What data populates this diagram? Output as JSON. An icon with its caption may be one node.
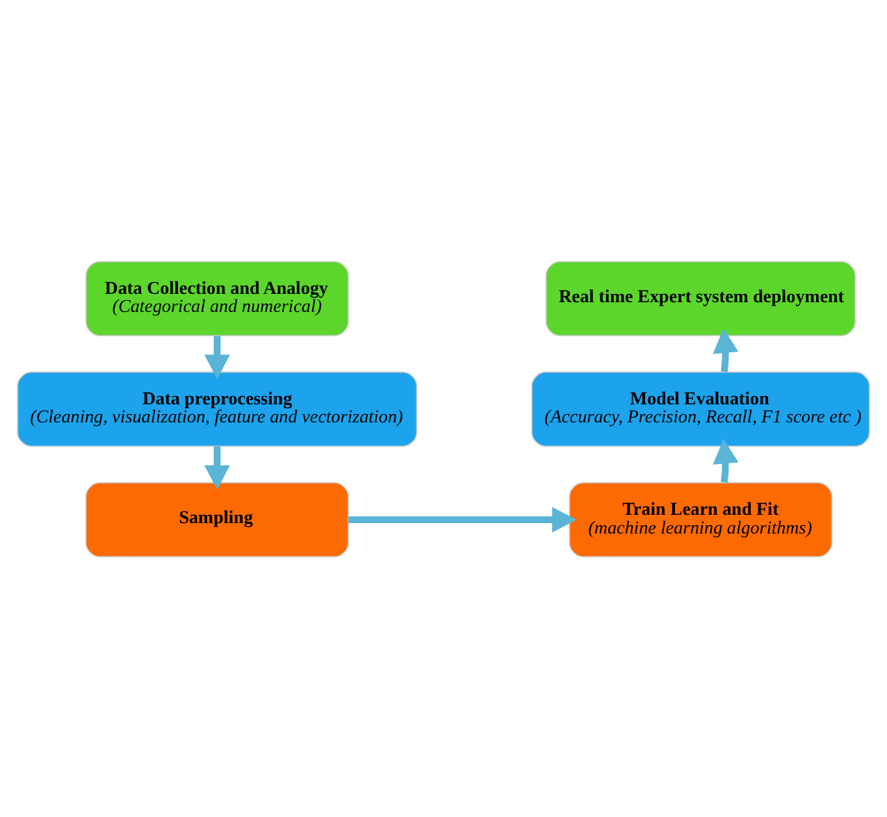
{
  "diagram": {
    "nodes": [
      {
        "text": [
          "Data Collection and Analogy",
          "(Categorical and numerical)"
        ]
      },
      {
        "text": [
          "Data preprocessing",
          "(Cleaning, visualization, feature and vectorization)"
        ]
      },
      {
        "text": [
          "Sampling"
        ]
      },
      {
        "text": [
          "Real time Expert system deployment"
        ]
      },
      {
        "text": [
          "Model Evaluation",
          "(Accuracy, Precision, Recall, F1 score etc )"
        ]
      },
      {
        "text": [
          "Train Learn and Fit",
          "(machine learning algorithms)"
        ]
      }
    ],
    "edges": [
      {
        "from": 0,
        "to": 1,
        "arrow": "to"
      },
      {
        "from": 1,
        "to": 2,
        "arrow": "to"
      },
      {
        "from": 2,
        "to": 5,
        "arrow": "to"
      },
      {
        "from": 5,
        "to": 4,
        "arrow": "to"
      },
      {
        "from": 4,
        "to": 3,
        "arrow": "to"
      }
    ]
  }
}
